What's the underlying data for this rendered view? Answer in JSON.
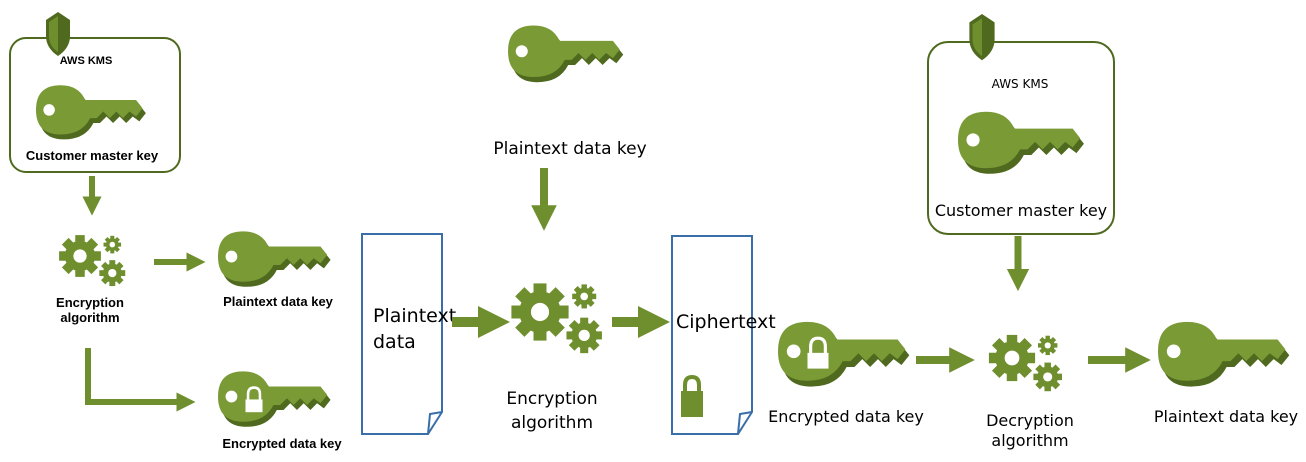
{
  "colors": {
    "green": "#6f8f2f",
    "green_dark": "#4f6a1f",
    "green_light": "#8cab43",
    "box_border": "#4f6a1f",
    "doc_border": "#3a6ea8"
  },
  "left_kms": {
    "title": "AWS KMS",
    "key_label": "Customer master key"
  },
  "left_flow": {
    "algorithm_label_line1": "Encryption",
    "algorithm_label_line2": "algorithm",
    "plaintext_key_label": "Plaintext data key",
    "encrypted_key_label": "Encrypted data key"
  },
  "middle_flow": {
    "top_key_label": "Plaintext data key",
    "plaintext_doc_line1": "Plaintext",
    "plaintext_doc_line2": "data",
    "algorithm_label_line1": "Encryption",
    "algorithm_label_line2": "algorithm",
    "ciphertext_doc_label": "Ciphertext"
  },
  "right_flow": {
    "kms_title": "AWS KMS",
    "kms_key_label": "Customer master key",
    "encrypted_key_label": "Encrypted data key",
    "algorithm_label_line1": "Decryption",
    "algorithm_label_line2": "algorithm",
    "result_key_label": "Plaintext data key"
  },
  "icons": [
    "shield-icon",
    "key-icon",
    "gears-icon",
    "lock-icon",
    "document-icon",
    "arrow-icon"
  ]
}
